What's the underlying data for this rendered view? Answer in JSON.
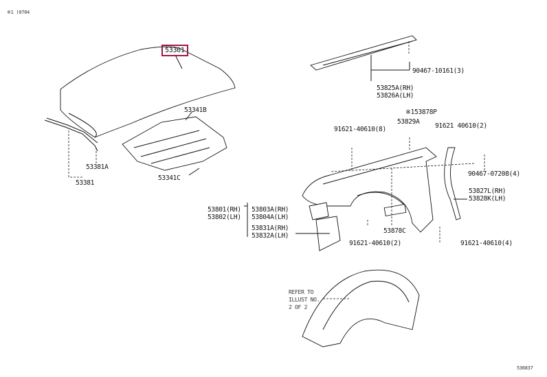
{
  "header": {
    "code": "※1 (0704",
    "figure_no": "536837"
  },
  "labels": {
    "hood": "53301",
    "hood_insulator": "53341B",
    "hood_clip": "53341C",
    "seal_clip": "53381A",
    "seal": "53381",
    "screw_top": "90467-10161(3)",
    "cowl_seal_rh": "53825A(RH)",
    "cowl_seal_lh": "53826A(LH)",
    "pad_p": "※153878P",
    "bracket_a": "53829A",
    "bolt_8": "91621-40610(8)",
    "bolt_2_top": "91621 40610(2)",
    "clip_4": "90467-07208(4)",
    "seal_rh": "53827L(RH)",
    "seal_lh": "53828K(LH)",
    "pad_c": "53878C",
    "bolt_2_bottom": "91621-40610(2)",
    "bolt_4": "91621-40610(4)",
    "fender_rh": "53801(RH)",
    "fender_lh": "53802(LH)",
    "bracket_rh": "53803A(RH)",
    "bracket_lh": "53804A(LH)",
    "brace_rh": "53831A(RH)",
    "brace_lh": "53832A(LH)",
    "refer_1": "REFER TO",
    "refer_2": "ILLUST NO.",
    "refer_3": "2 OF 2"
  }
}
